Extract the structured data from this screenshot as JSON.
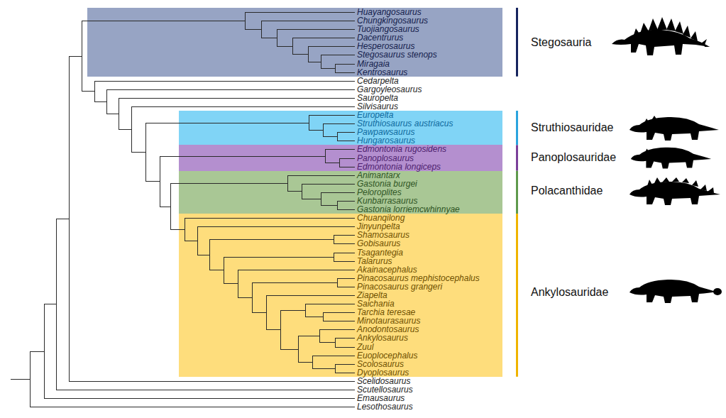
{
  "diagram": {
    "nodes": [
      {
        "text": [
          "Huayangosaurus",
          "Chungkingosaurus",
          "Tuojiangosaurus",
          "Dacentrurus",
          "Hesperosaurus",
          "Stegosaurus stenops",
          "Miragaia",
          "Kentrosaurus"
        ]
      },
      {
        "text": [
          "Europelta",
          "Struthiosaurus austriacus",
          "Pawpawsaurus",
          "Hungarosaurus"
        ]
      },
      {
        "text": [
          "Edmontonia rugosidens",
          "Panoplosaurus",
          "Edmontonia longiceps"
        ]
      },
      {
        "text": [
          "Animantarx",
          "Gastonia burgei",
          "Peloroplites",
          "Kunbarrasaurus",
          "Gastonia lorriemcwhinnyae"
        ]
      },
      {
        "text": [
          "Chuanqilong",
          "Jinyunpelta",
          "Shamosaurus",
          "Gobisaurus",
          "Tsagantegia",
          "Talarurus",
          "Akainacephalus",
          "Pinacosaurus mephistocephalus",
          "Pinacosaurus grangeri",
          "Ziapelta",
          "Saichania",
          "Tarchia teresae",
          "Minotaurasaurus",
          "Anodontosaurus",
          "Ankylosaurus",
          "Zuul",
          "Euoplocephalus",
          "Scolosaurus",
          "Dyoplosaurus"
        ]
      }
    ],
    "labels": [
      "Cedarpelta",
      "Gargoyleosaurus",
      "Sauropelta",
      "Silvisaurus",
      "Scelidosaurus",
      "Scutellosaurus",
      "Emausaurus",
      "Lesothosaurus",
      "Stegosauria",
      "Struthiosauridae",
      "Panoplosauridae",
      "Polacanthidae",
      "Ankylosauridae"
    ]
  }
}
